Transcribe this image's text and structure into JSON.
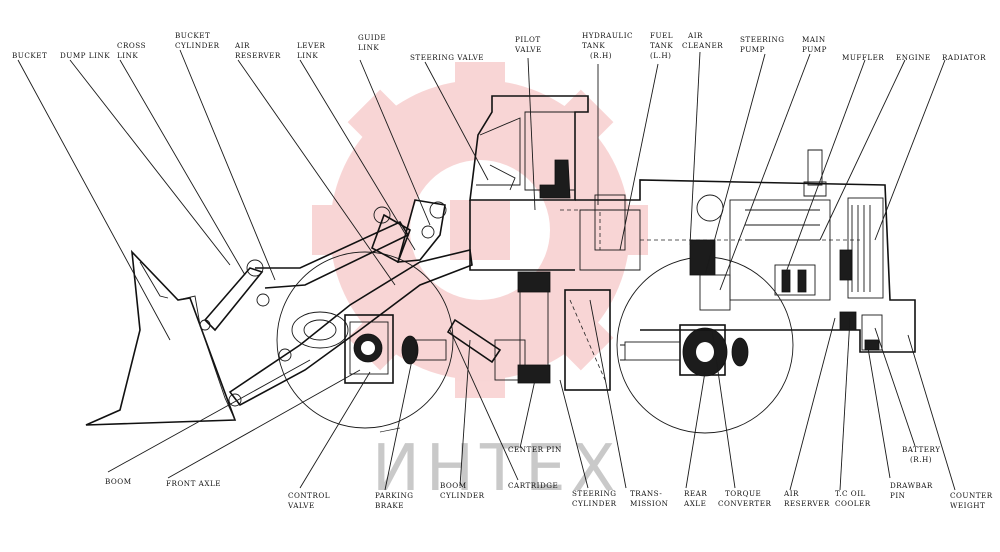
{
  "watermark": {
    "text": "ИНТЕХ",
    "color": "#f2a8a8"
  },
  "labels": {
    "bucket": "BUCKET",
    "dump_link": "DUMP LINK",
    "cross_link_1": "CROSS",
    "cross_link_2": "LINK",
    "bucket_cyl_1": "BUCKET",
    "bucket_cyl_2": "CYLINDER",
    "air_res_top_1": "AIR",
    "air_res_top_2": "RESERVER",
    "lever_link_1": "LEVER",
    "lever_link_2": "LINK",
    "guide_link_1": "GUIDE",
    "guide_link_2": "LINK",
    "steering_valve": "STEERING VALVE",
    "pilot_valve_1": "PILOT",
    "pilot_valve_2": "VALVE",
    "hyd_tank_1": "HYDRAULIC",
    "hyd_tank_2": "TANK",
    "hyd_tank_3": "(R.H)",
    "fuel_tank_1": "FUEL",
    "fuel_tank_2": "TANK",
    "fuel_tank_3": "(L.H)",
    "air_cleaner_1": "AIR",
    "air_cleaner_2": "CLEANER",
    "steering_pump_1": "STEERING",
    "steering_pump_2": "PUMP",
    "main_pump_1": "MAIN",
    "main_pump_2": "PUMP",
    "muffler": "MUFFLER",
    "engine": "ENGINE",
    "radiator": "RADIATOR",
    "boom": "BOOM",
    "front_axle": "FRONT AXLE",
    "control_valve_1": "CONTROL",
    "control_valve_2": "VALVE",
    "parking_brake_1": "PARKING",
    "parking_brake_2": "BRAKE",
    "boom_cyl_1": "BOOM",
    "boom_cyl_2": "CYLINDER",
    "center_pin": "CENTER PIN",
    "cartridge": "CARTRIDGE",
    "steering_cyl_1": "STEERING",
    "steering_cyl_2": "CYLINDER",
    "transmission_1": "TRANS-",
    "transmission_2": "MISSION",
    "rear_axle_1": "REAR",
    "rear_axle_2": "AXLE",
    "torque_conv_1": "TORQUE",
    "torque_conv_2": "CONVERTER",
    "air_res_bot_1": "AIR",
    "air_res_bot_2": "RESERVER",
    "tc_oil_1": "T.C OIL",
    "tc_oil_2": "COOLER",
    "battery_1": "BATTERY",
    "battery_2": "(R.H)",
    "drawbar_1": "DRAWBAR",
    "drawbar_2": "PIN",
    "counterweight_1": "COUNTER",
    "counterweight_2": "WEIGHT"
  }
}
